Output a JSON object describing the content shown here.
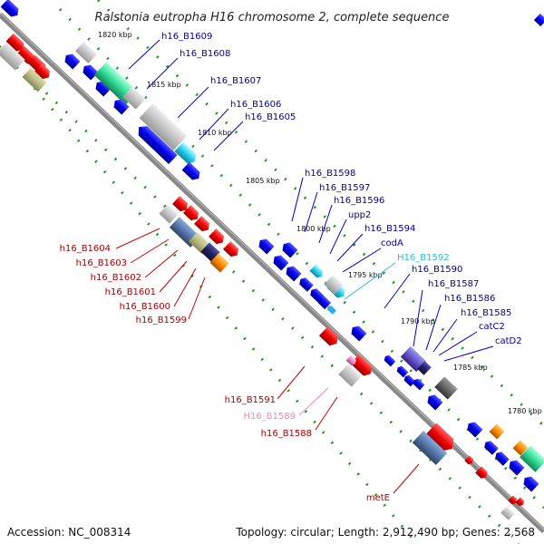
{
  "title": "Ralstonia eutropha H16 chromosome 2, complete sequence",
  "footer": {
    "accession": "Accession: NC_008314",
    "summary": "Topology: circular; Length: 2,912,490 bp; Genes: 2,568"
  },
  "kbp_ticks": [
    "1820 kbp",
    "1815 kbp",
    "1810 kbp",
    "1805 kbp",
    "1800 kbp",
    "1795 kbp",
    "1790 kbp",
    "1785 kbp",
    "1780 kbp"
  ],
  "colors": {
    "forward_cds": "#ee0000",
    "reverse_cds": "#0000dd",
    "label_blue": "#000099",
    "label_red": "#aa0000",
    "label_cyan": "#33bbdd",
    "label_pink": "#ee88bb",
    "backbone": "#888888"
  },
  "gene_labels_top": [
    "h16_B1609",
    "h16_B1608",
    "h16_B1607",
    "h16_B1606",
    "h16_B1605",
    "h16_B1598",
    "h16_B1597",
    "h16_B1596",
    "upp2",
    "h16_B1594",
    "codA",
    "H16_B1592",
    "h16_B1590",
    "h16_B1587",
    "h16_B1586",
    "h16_B1585",
    "catC2",
    "catD2"
  ],
  "gene_labels_bottom": [
    "h16_B1604",
    "h16_B1603",
    "h16_B1602",
    "h16_B1601",
    "h16_B1600",
    "h16_B1599",
    "h16_B1591",
    "H16_B1589",
    "h16_B1588",
    "metE"
  ]
}
